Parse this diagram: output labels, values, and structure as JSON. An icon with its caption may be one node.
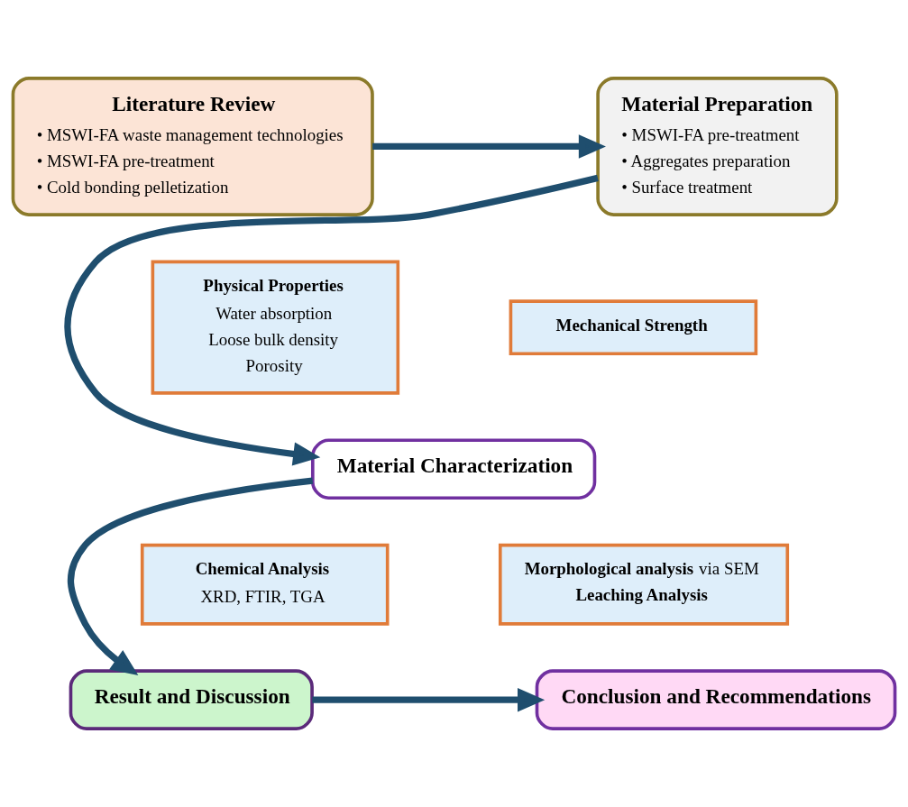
{
  "diagram": {
    "nodes": [
      {
        "text": [
          "Literature Review",
          "• MSWI-FA waste management technologies",
          "• MSWI-FA pre-treatment",
          "• Cold bonding pelletization"
        ]
      },
      {
        "text": [
          "Material Preparation",
          "• MSWI-FA pre-treatment",
          "• Aggregates preparation",
          "• Surface treatment"
        ]
      },
      {
        "text": [
          "Physical Properties",
          "Water absorption",
          "Loose bulk density",
          "Porosity"
        ]
      },
      {
        "text": [
          "Mechanical Strength"
        ]
      },
      {
        "text": [
          "Material Characterization"
        ]
      },
      {
        "text": [
          "Chemical Analysis",
          "XRD, FTIR, TGA"
        ]
      },
      {
        "text": [
          "**Morphological analysis** via SEM",
          "**Leaching Analysis**"
        ]
      },
      {
        "text": [
          "Result and Discussion"
        ]
      },
      {
        "text": [
          "Conclusion and Recommendations"
        ]
      }
    ],
    "edges": [
      {
        "from": 0,
        "to": 1,
        "arrow": "to"
      },
      {
        "from": 1,
        "to": 4,
        "arrow": "to"
      },
      {
        "from": 4,
        "to": 7,
        "arrow": "to"
      },
      {
        "from": 7,
        "to": 8,
        "arrow": "to"
      }
    ]
  }
}
